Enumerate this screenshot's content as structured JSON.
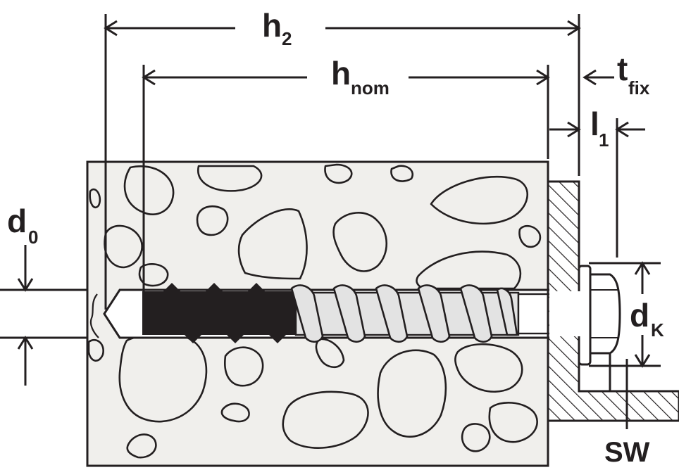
{
  "labels": {
    "h2": {
      "main": "h",
      "sub": "2"
    },
    "hnom": {
      "main": "h",
      "sub": "nom"
    },
    "tfix": {
      "main": "t",
      "sub": "fix"
    },
    "l1": {
      "main": "l",
      "sub": "1"
    },
    "d0": {
      "main": "d",
      "sub": "0"
    },
    "dk": {
      "main": "d",
      "sub": "K"
    },
    "sw": "SW"
  },
  "colors": {
    "ink": "#231f20",
    "concrete_fill": "#f0efec",
    "thread_fill": "#e3e3e3",
    "background": "#ffffff"
  }
}
